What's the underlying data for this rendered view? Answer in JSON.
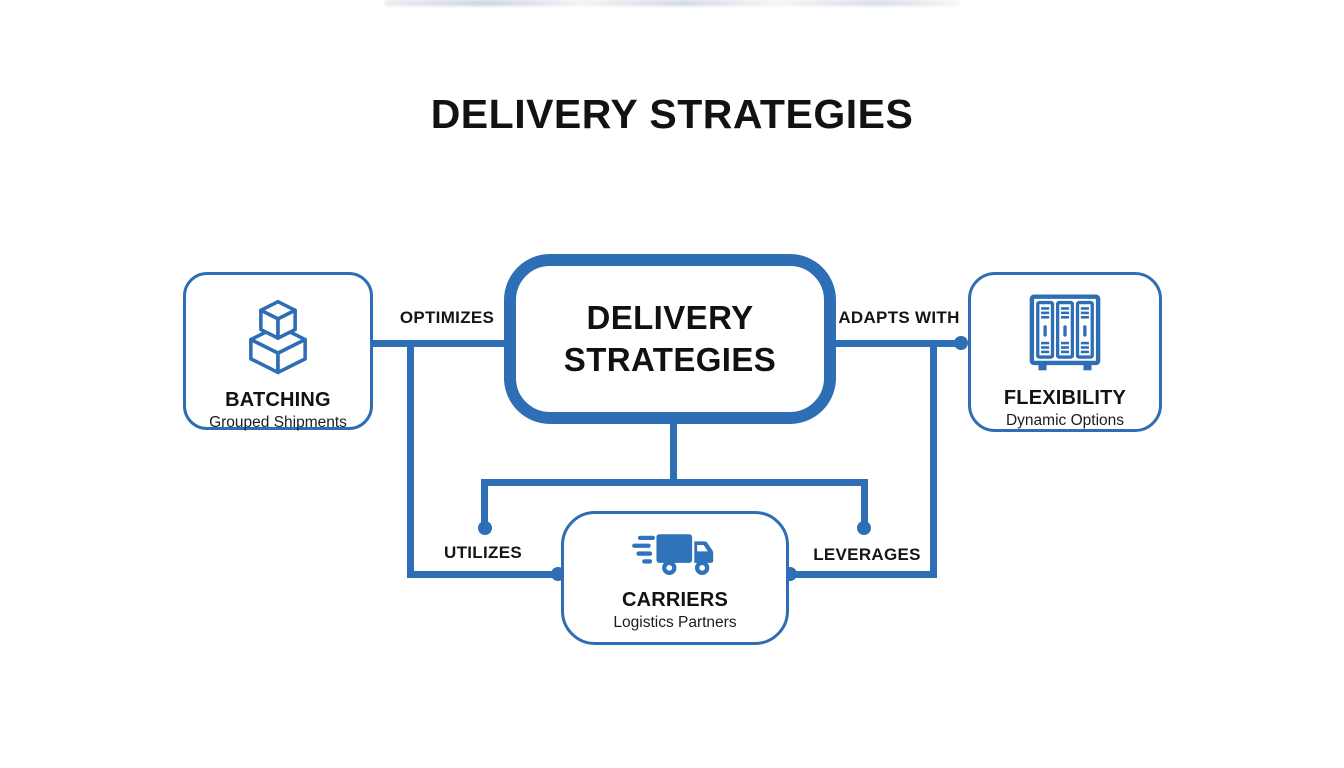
{
  "colors": {
    "accent": "#2d6eb4",
    "title_text": "#121212"
  },
  "title": "DELIVERY STRATEGIES",
  "diagram": {
    "center_node": {
      "line1": "DELIVERY",
      "line2": "STRATEGIES"
    },
    "nodes": {
      "batching": {
        "title": "BATCHING",
        "subtitle": "Grouped Shipments",
        "icon": "stacked-boxes-icon"
      },
      "flexibility": {
        "title": "FLEXIBILITY",
        "subtitle": "Dynamic Options",
        "icon": "lockers-icon"
      },
      "carriers": {
        "title": "CARRIERS",
        "subtitle": "Logistics Partners",
        "icon": "delivery-truck-icon"
      }
    },
    "edge_labels": {
      "optimizes": "OPTIMIZES",
      "adapts_with": "ADAPTS WITH",
      "utilizes": "UTILIZES",
      "leverages": "LEVERAGES"
    }
  }
}
